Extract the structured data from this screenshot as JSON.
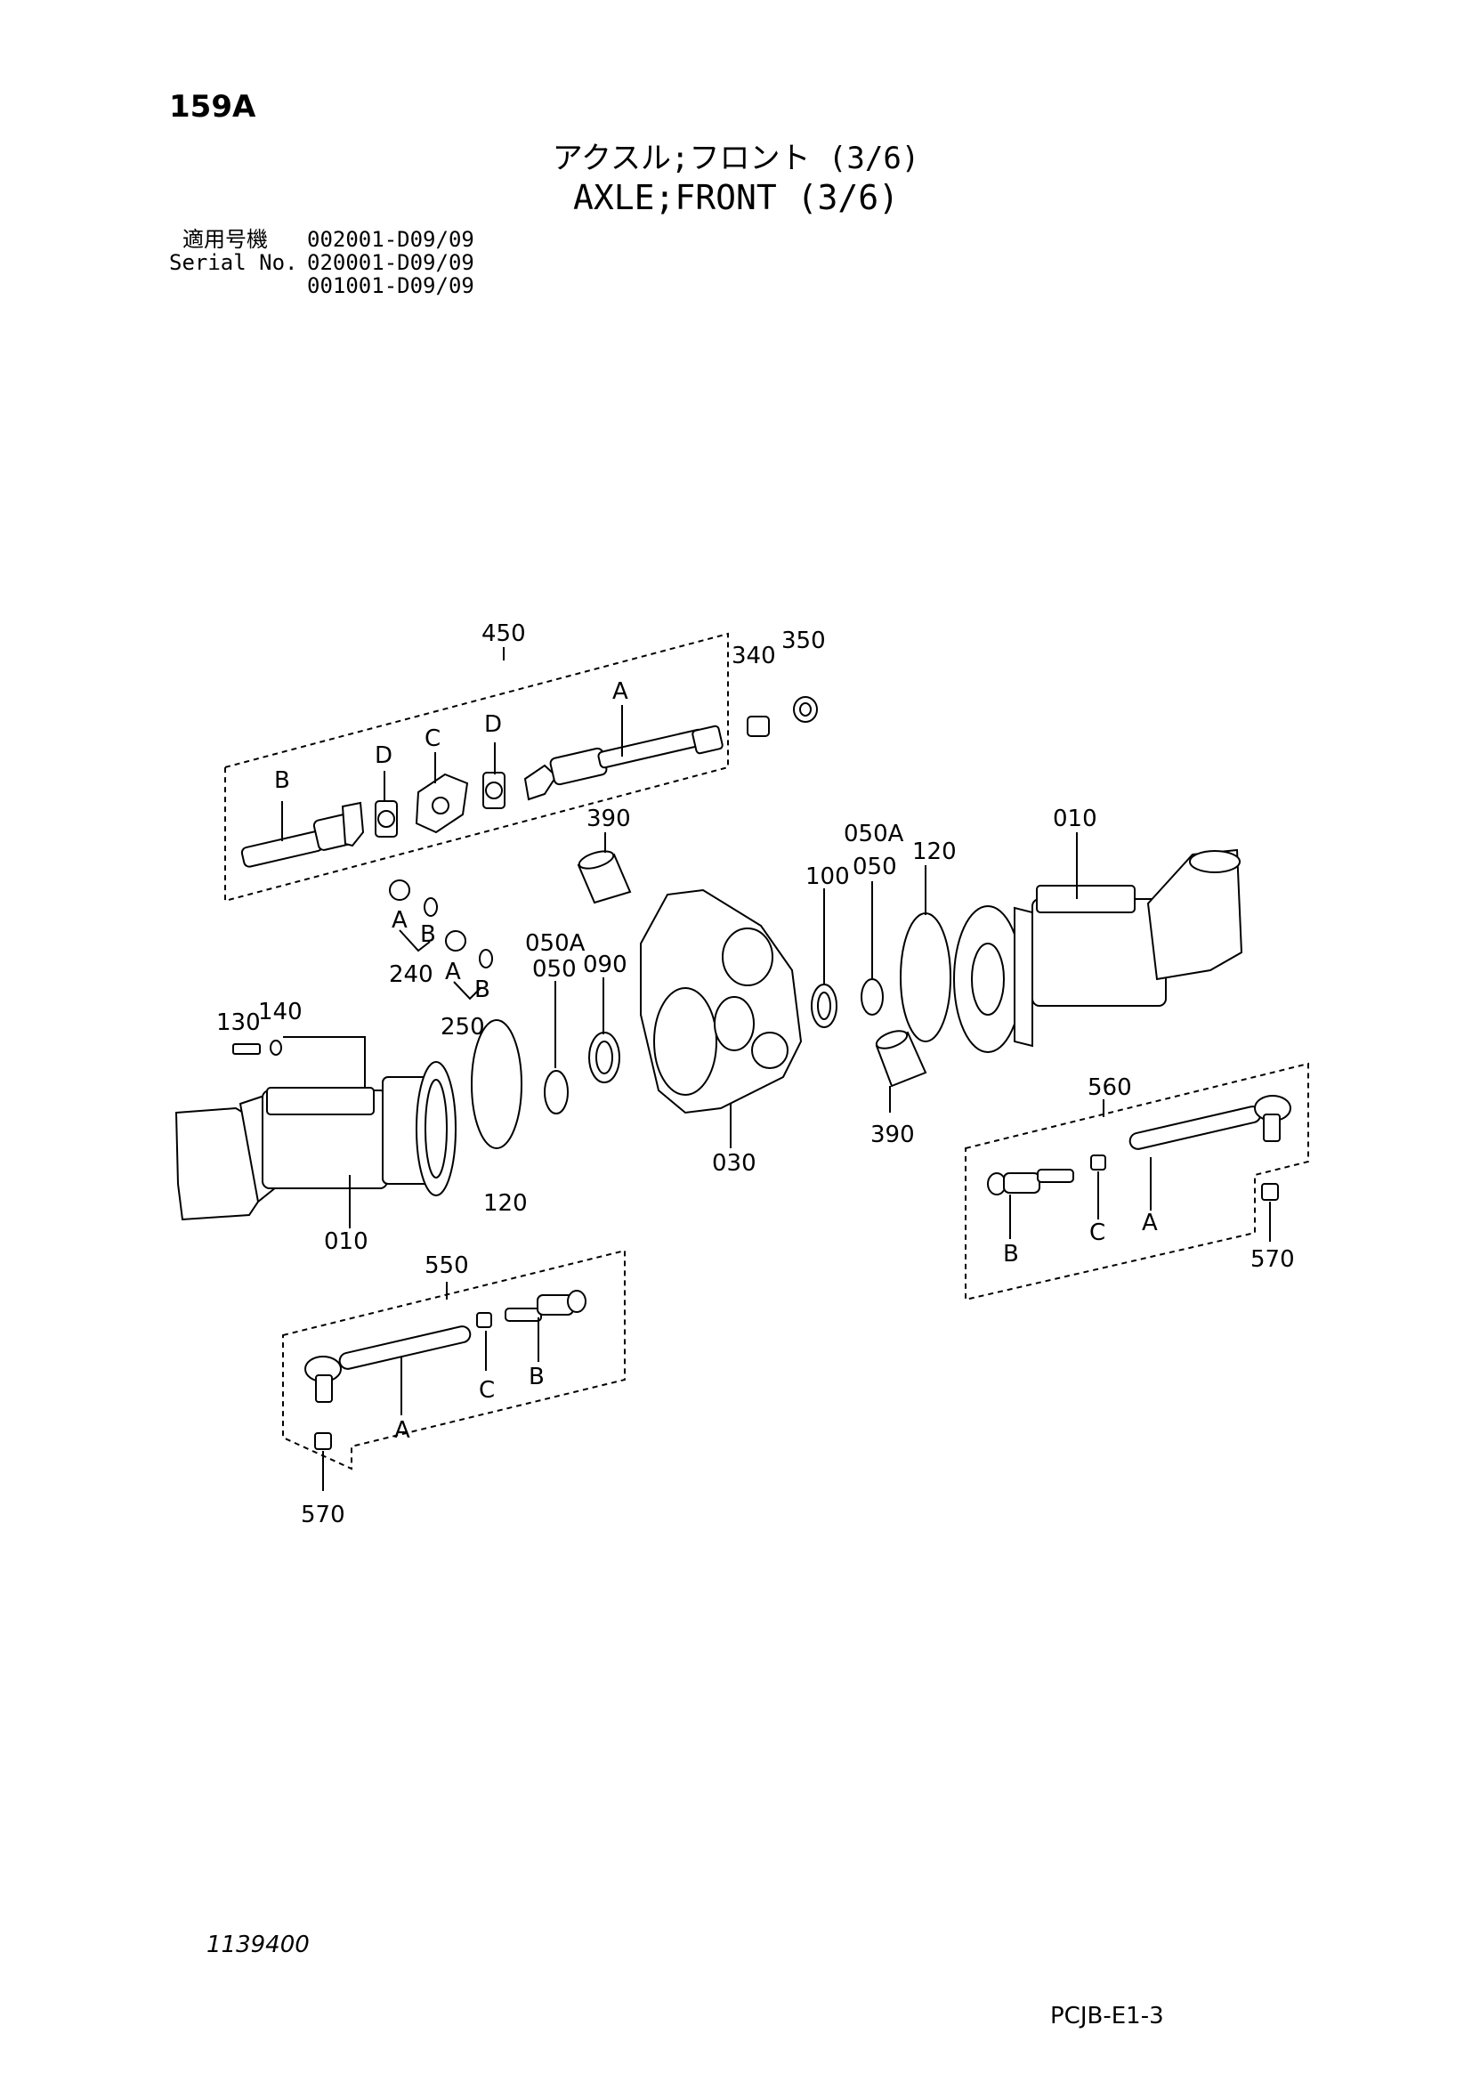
{
  "header": {
    "page_id": "159A",
    "title_jp": "アクスル;フロント (3/6)",
    "title_en": "AXLE;FRONT (3/6)"
  },
  "serial": {
    "label_jp": "適用号機",
    "label_en": "Serial No.",
    "ranges": [
      "002001-D09/09",
      "020001-D09/09",
      "001001-D09/09"
    ]
  },
  "footer": {
    "doc_number": "1139400",
    "page_code": "PCJB-E1-3"
  },
  "diagram": {
    "callouts": {
      "c450": "450",
      "c340": "340",
      "c350": "350",
      "sA1": "A",
      "sB1": "B",
      "sC1": "C",
      "sD1": "D",
      "sD2": "D",
      "c390a": "390",
      "c390b": "390",
      "c050A_l": "050A",
      "c050_l": "050",
      "c090": "090",
      "c050A_r": "050A",
      "c050_r": "050",
      "c100": "100",
      "c120_r": "120",
      "c010_r": "010",
      "c240": "240",
      "c250": "250",
      "sA240": "A",
      "sB240": "B",
      "sA250": "A",
      "sB250": "B",
      "c130": "130",
      "c140": "140",
      "c010_l": "010",
      "c120_l": "120",
      "c030": "030",
      "c560": "560",
      "sB560": "B",
      "sC560": "C",
      "sA560": "A",
      "c570_r": "570",
      "c550": "550",
      "sA550": "A",
      "sC550": "C",
      "sB550": "B",
      "c570_l": "570"
    }
  }
}
